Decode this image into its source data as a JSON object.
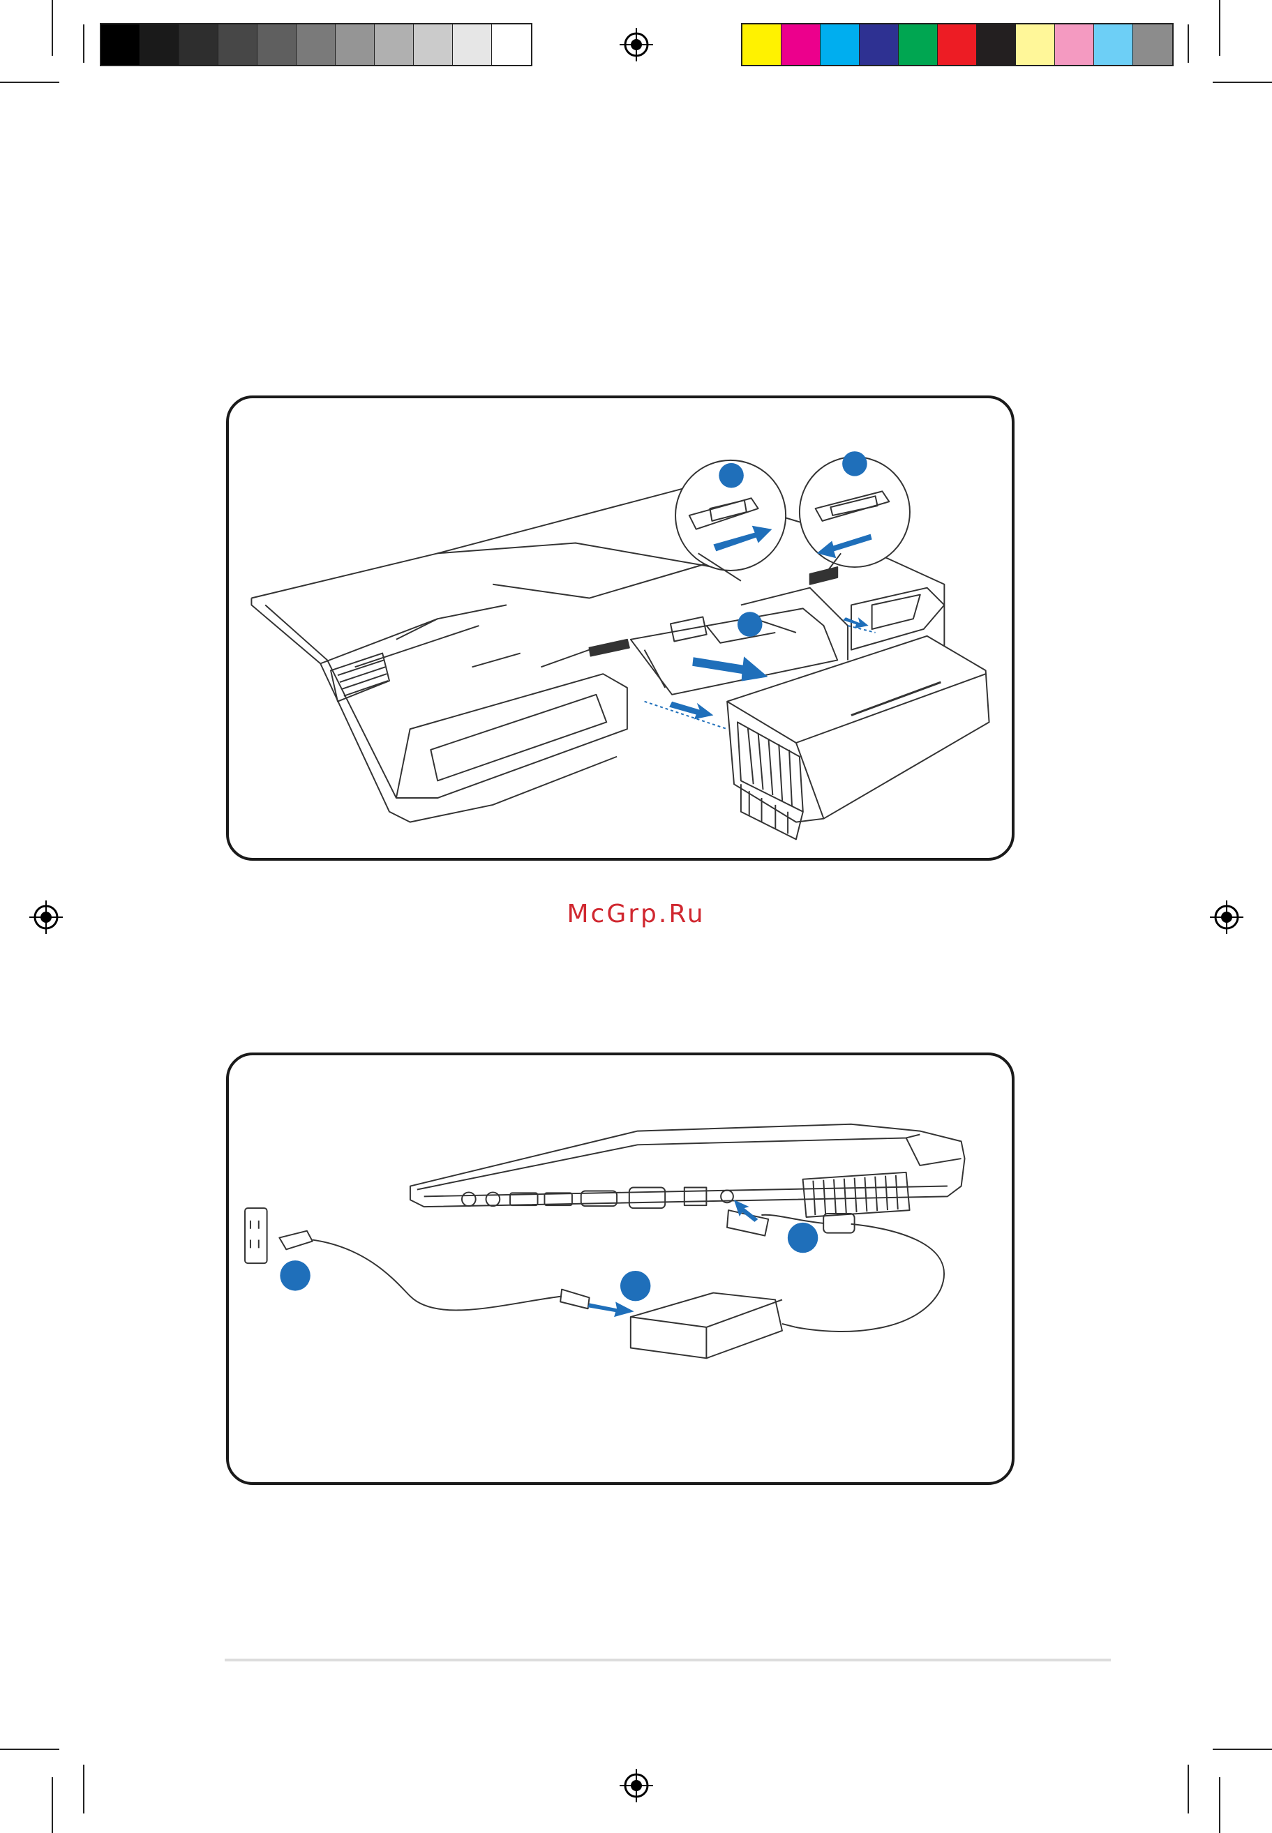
{
  "watermark": "McGrp.Ru",
  "colors": {
    "grayscale": [
      "#000000",
      "#1a1a1a",
      "#2e2e2e",
      "#474747",
      "#5f5f5f",
      "#7a7a7a",
      "#959595",
      "#b0b0b0",
      "#cbcbcb",
      "#e6e6e6",
      "#ffffff"
    ],
    "process": [
      "#fff200",
      "#ec008c",
      "#00aeef",
      "#2e3192",
      "#00a651",
      "#ed1c24",
      "#231f20",
      "#fff799",
      "#f49ac1",
      "#6dcff6",
      "#8c8c8c"
    ],
    "step_marker": "#1f6fba",
    "watermark": "#d0272f"
  },
  "figures": [
    {
      "name": "battery-install-illustration",
      "step_markers": 3
    },
    {
      "name": "ac-power-connection-illustration",
      "step_markers": 3
    }
  ]
}
